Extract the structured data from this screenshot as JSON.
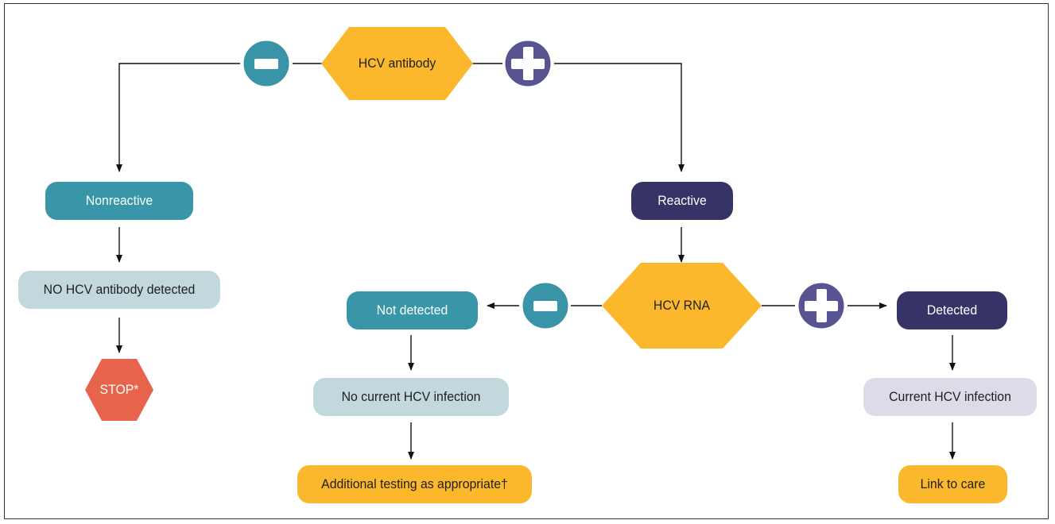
{
  "colors": {
    "teal": "#3896A8",
    "navy": "#363466",
    "yellow": "#FBB82C",
    "light_teal": "#C2D8DC",
    "light_lavender": "#DCDCE8",
    "stop_red": "#E8634B",
    "badge_plus": "#585391",
    "badge_minus": "#3894A6"
  },
  "nodes": {
    "hcv_antibody": "HCV antibody",
    "nonreactive": "Nonreactive",
    "no_antibody": "NO HCV antibody detected",
    "stop": "STOP*",
    "reactive": "Reactive",
    "hcv_rna": "HCV RNA",
    "not_detected": "Not detected",
    "no_current_infection": "No current HCV infection",
    "additional_testing": "Additional testing as appropriate†",
    "detected": "Detected",
    "current_infection": "Current HCV infection",
    "link_to_care": "Link to care"
  },
  "badges": {
    "top_left": "minus-icon",
    "top_right": "plus-icon",
    "mid_left": "minus-icon",
    "mid_right": "plus-icon"
  }
}
